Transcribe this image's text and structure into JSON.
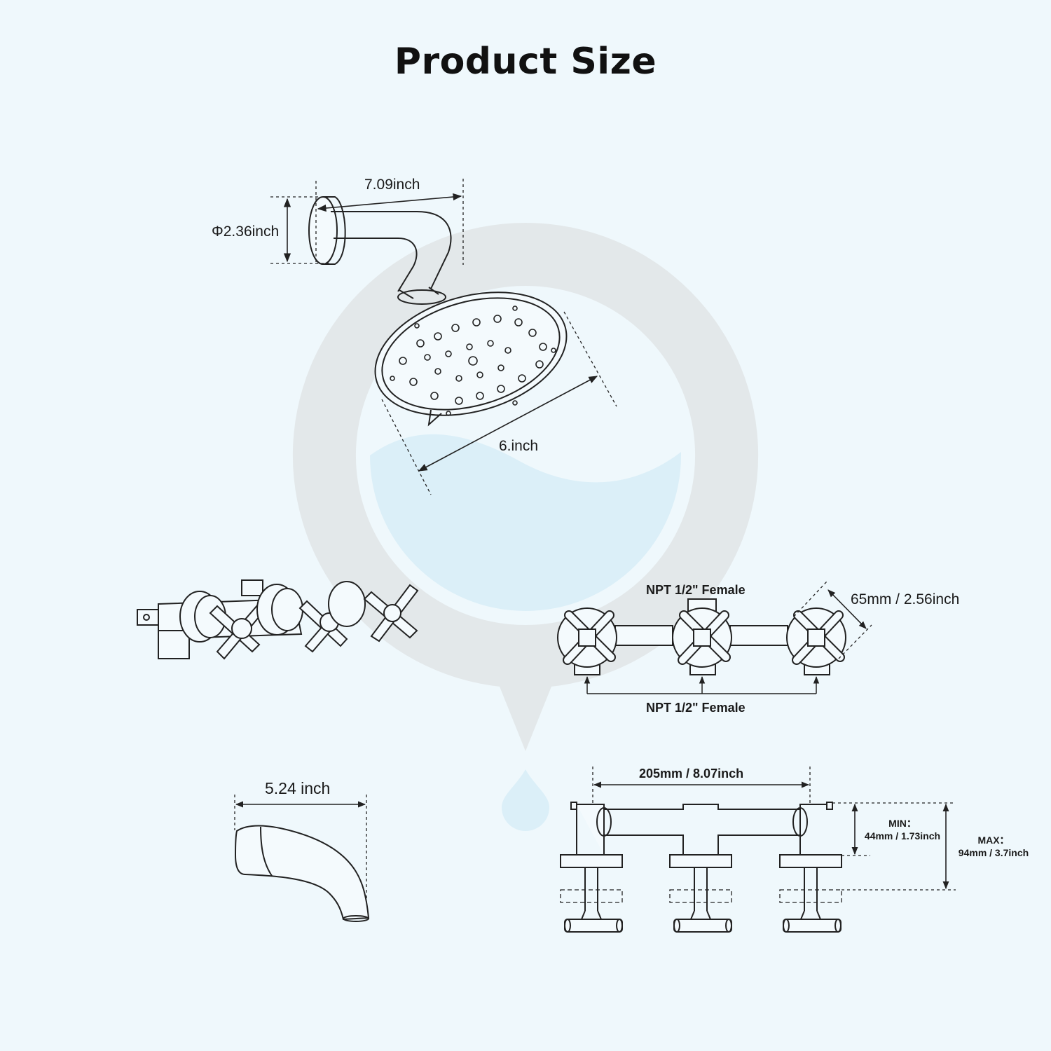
{
  "title": "Product Size",
  "shower_head": {
    "arm_length": "7.09inch",
    "flange_diameter": "Φ2.36inch",
    "head_diameter": "6.inch"
  },
  "valve_front": {
    "top_connection": "NPT 1/2\" Female",
    "bottom_connection": "NPT 1/2\" Female",
    "handle_size": "65mm / 2.56inch"
  },
  "tub_spout": {
    "length": "5.24 inch"
  },
  "valve_side": {
    "center_spacing": "205mm / 8.07inch",
    "min_label": "MIN：",
    "min_value": "44mm / 1.73inch",
    "max_label": "MAX：",
    "max_value": "94mm / 3.7inch"
  },
  "colors": {
    "background": "#eff8fc",
    "watermark_ring": "#e3e8ea",
    "water": "#dbeff8",
    "line": "#222222"
  }
}
